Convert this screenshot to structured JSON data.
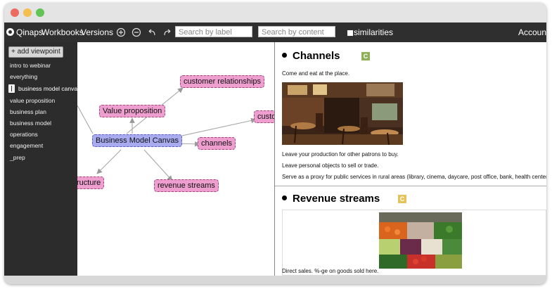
{
  "window": {
    "traffic_lights": [
      "close",
      "minimize",
      "zoom"
    ]
  },
  "menubar": {
    "brand": "Qinaps",
    "workbooks": "Workbooks",
    "versions": "Versions",
    "tools": [
      "plus-circle-icon",
      "minus-circle-icon",
      "undo-icon",
      "redo-icon"
    ],
    "search_label_placeholder": "Search by label",
    "search_content_placeholder": "Search by content",
    "similarities_label": "similarities",
    "similarities_checked": false,
    "account": "Account"
  },
  "sidebar": {
    "add_button": "+ add viewpoint",
    "items": [
      {
        "label": "intro to webinar",
        "active": false
      },
      {
        "label": "everything",
        "active": false
      },
      {
        "label": "business model canvas",
        "active": true
      },
      {
        "label": "value proposition",
        "active": false
      },
      {
        "label": "business plan",
        "active": false
      },
      {
        "label": "business model",
        "active": false
      },
      {
        "label": "operations",
        "active": false
      },
      {
        "label": "engagement",
        "active": false
      },
      {
        "label": "_prep",
        "active": false
      }
    ]
  },
  "graph": {
    "central": "Business Model Canvas",
    "nodes": [
      "customer relationships",
      "Value proposition",
      "custo",
      "channels",
      "ructure",
      "revenue streams"
    ]
  },
  "document": {
    "sections": [
      {
        "title": "Channels",
        "badge": "C",
        "badge_color": "#8fb05a",
        "paragraphs": [
          "Come and eat at the place.",
          "Leave your production for other patrons to buy.",
          "Leave personal objects to sell or trade.",
          "Serve as a proxy for public services in rural areas (library, cinema, daycare, post office, bank, health center)."
        ],
        "image": "cafe-interior"
      },
      {
        "title": "Revenue streams",
        "badge": "C",
        "badge_color": "#e6c35a",
        "paragraphs": [
          "Direct sales.  %-ge on goods sold here."
        ],
        "image": "vegetable-market"
      }
    ]
  },
  "colors": {
    "topbar": "#2f2f2f",
    "sidebar": "#2c2c2c",
    "node_fill": "#ee9fd0",
    "central_fill": "#a9abf0"
  }
}
